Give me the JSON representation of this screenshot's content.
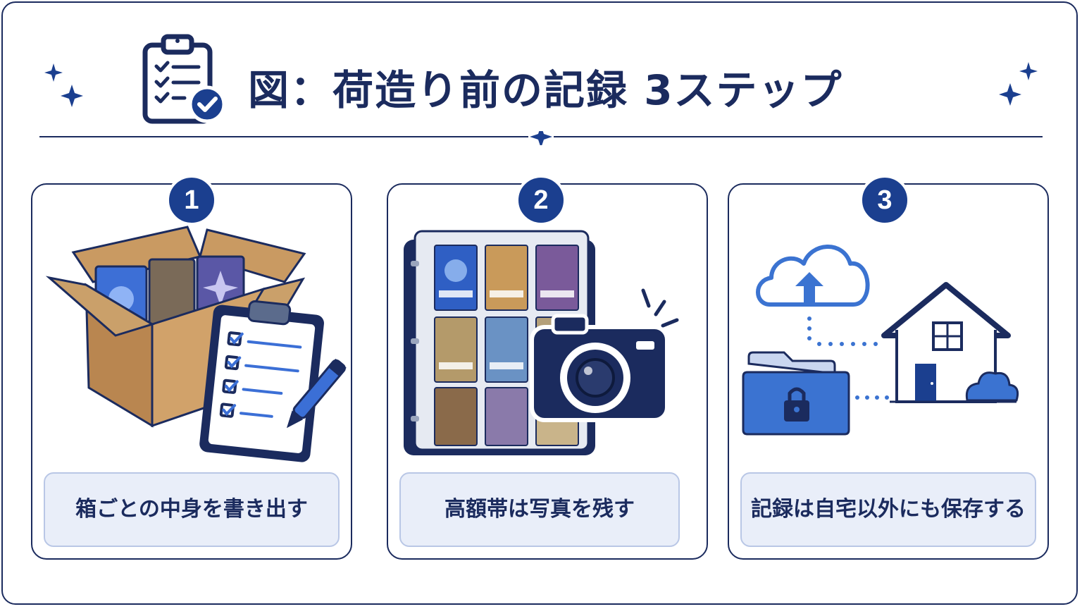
{
  "title": "図：荷造り前の記録 3ステップ",
  "icons": {
    "title": "clipboard-check-icon",
    "sparkles": "sparkle-icon"
  },
  "colors": {
    "navy": "#1b2b5e",
    "accent": "#1b3f8f",
    "light_blue": "#e9eef9",
    "cloud_blue": "#3b73d1"
  },
  "steps": [
    {
      "number": "1",
      "caption": "箱ごとの中身を書き出す",
      "illustration": "box-with-cards-and-checklist"
    },
    {
      "number": "2",
      "caption": "高額帯は写真を残す",
      "illustration": "card-binder-and-camera"
    },
    {
      "number": "3",
      "caption": "記録は自宅以外にも保存する",
      "illustration": "cloud-folder-house"
    }
  ]
}
